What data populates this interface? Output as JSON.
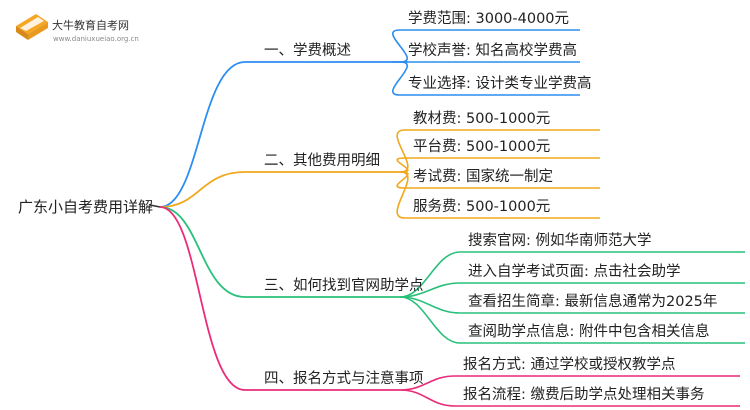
{
  "watermark": {
    "title": "大牛教育自考网",
    "url": "www.daniuxueiao.org.cn"
  },
  "root": {
    "label": "广东小自考费用详解"
  },
  "colors": {
    "branch1": "#2b8ef0",
    "branch2": "#f0a81c",
    "branch3": "#28c07a",
    "branch4": "#ea2c79",
    "root_connector": "#333333",
    "logo": "#f5a623"
  },
  "branches": [
    {
      "label": "一、学费概述",
      "children": [
        "学费范围: 3000-4000元",
        "学校声誉: 知名高校学费高",
        "专业选择: 设计类专业学费高"
      ]
    },
    {
      "label": "二、其他费用明细",
      "children": [
        "教材费: 500-1000元",
        "平台费: 500-1000元",
        "考试费: 国家统一制定",
        "服务费: 500-1000元"
      ]
    },
    {
      "label": "三、如何找到官网助学点",
      "children": [
        "搜索官网: 例如华南师范大学",
        "进入自学考试页面: 点击社会助学",
        "查看招生简章: 最新信息通常为2025年",
        "查阅助学点信息: 附件中包含相关信息"
      ]
    },
    {
      "label": "四、报名方式与注意事项",
      "children": [
        "报名方式: 通过学校或授权教学点",
        "报名流程: 缴费后助学点处理相关事务"
      ]
    }
  ]
}
